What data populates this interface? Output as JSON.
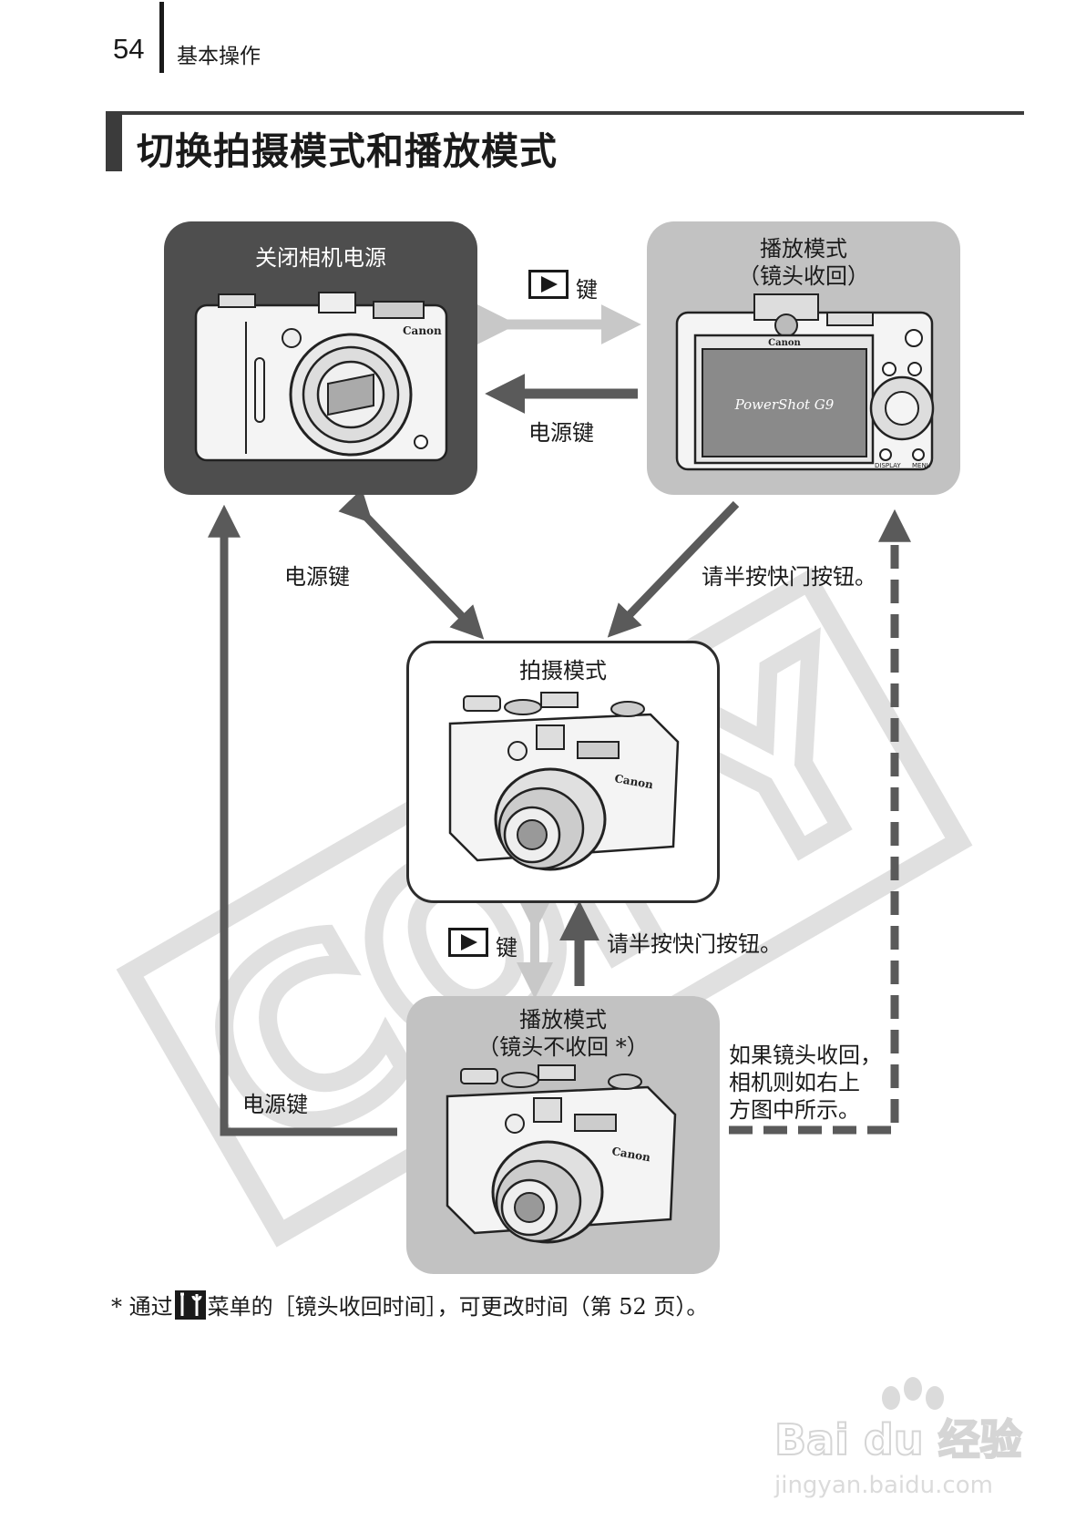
{
  "header": {
    "page_number": "54",
    "section": "基本操作"
  },
  "title": "切换拍摄模式和播放模式",
  "boxes": {
    "power_off": {
      "label": "关闭相机电源"
    },
    "playback_retracted": {
      "label": "播放模式",
      "sublabel": "（镜头收回）",
      "screen_text": "PowerShot G9"
    },
    "shooting": {
      "label": "拍摄模式"
    },
    "playback_extended": {
      "label": "播放模式",
      "sublabel": "（镜头不收回 *）"
    }
  },
  "labels": {
    "play_key_top": "键",
    "power_key_top": "电源键",
    "power_key_left_diag": "电源键",
    "half_press_right_diag": "请半按快门按钮。",
    "play_key_mid": "键",
    "half_press_mid": "请半按快门按钮。",
    "power_key_bottom_left": "电源键",
    "retract_note_line1": "如果镜头收回，",
    "retract_note_line2": "相机则如右上",
    "retract_note_line3": "方图中所示。"
  },
  "camera": {
    "brand": "Canon",
    "button_display": "DISPLAY",
    "button_menu": "MENU"
  },
  "watermarks": {
    "stamp": "COPY",
    "logo_text": "Bai du 经验",
    "logo_url_text": "jingyan.baidu.com"
  },
  "footnote": {
    "prefix": "* 通过",
    "suffix": "菜单的［镜头收回时间］，可更改时间（第 52 页）。"
  },
  "colors": {
    "dark_box": "#4e4e4e",
    "light_box": "#c2c2c2",
    "arrow_dark": "#5a5a5a",
    "arrow_light": "#c8c8c8"
  }
}
